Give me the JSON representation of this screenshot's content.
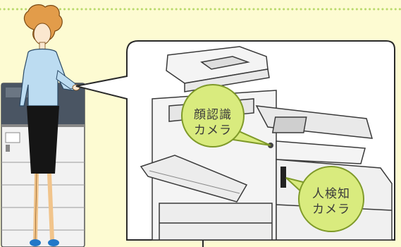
{
  "callouts": {
    "face_camera": {
      "line1": "顔認識",
      "line2": "カメラ"
    },
    "human_detect_camera": {
      "line1": "人検知",
      "line2": "カメラ"
    }
  },
  "colors": {
    "background": "#fdfbd2",
    "dotted_border": "#b9d96a",
    "callout_fill": "#d9eb7e",
    "callout_stroke": "#7f9a29",
    "blouse": "#bcdcf1",
    "hair": "#e29c4a",
    "skirt": "#151515",
    "shoes": "#2278c8",
    "machine_body": "#f2f2f2",
    "machine_dark": "#4a5563"
  }
}
